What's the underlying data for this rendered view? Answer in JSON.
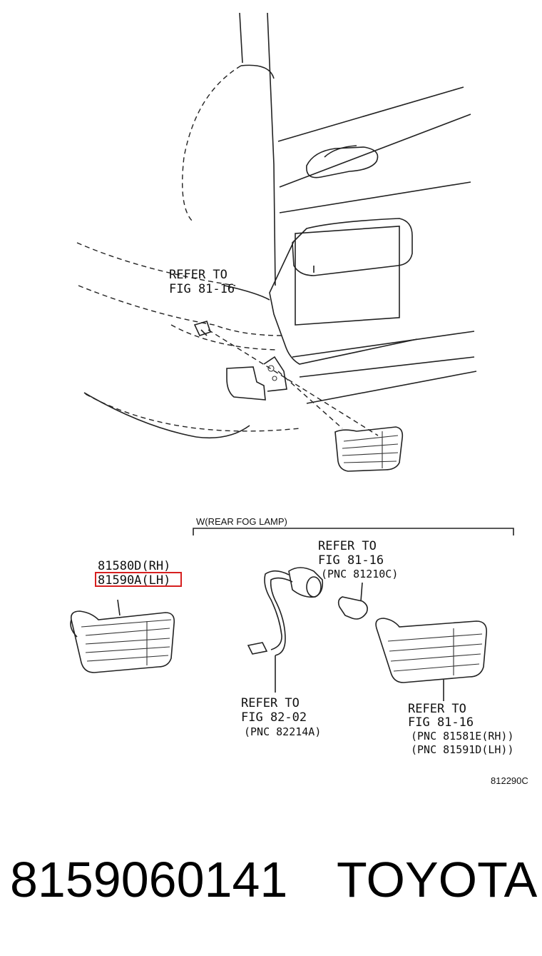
{
  "callouts": {
    "refer_top": [
      "REFER TO",
      "FIG 81-16"
    ],
    "variant_label": "W(REAR FOG LAMP)",
    "part_rh": "81580D(RH)",
    "part_lh": "81590A(LH)",
    "refer_bulb": [
      "REFER TO",
      "FIG 81-16",
      "(PNC 81210C)"
    ],
    "refer_socket": [
      "REFER TO",
      "FIG 82-02",
      "(PNC 82214A)"
    ],
    "refer_lens": [
      "REFER TO",
      "FIG 81-16",
      "(PNC 81581E(RH))",
      "(PNC 81591D(LH))"
    ],
    "diagram_code": "812290C"
  },
  "footer": {
    "part_number": "8159060141",
    "brand": "TOYOTA"
  },
  "colors": {
    "highlight": "#d62020",
    "line": "#222222"
  }
}
